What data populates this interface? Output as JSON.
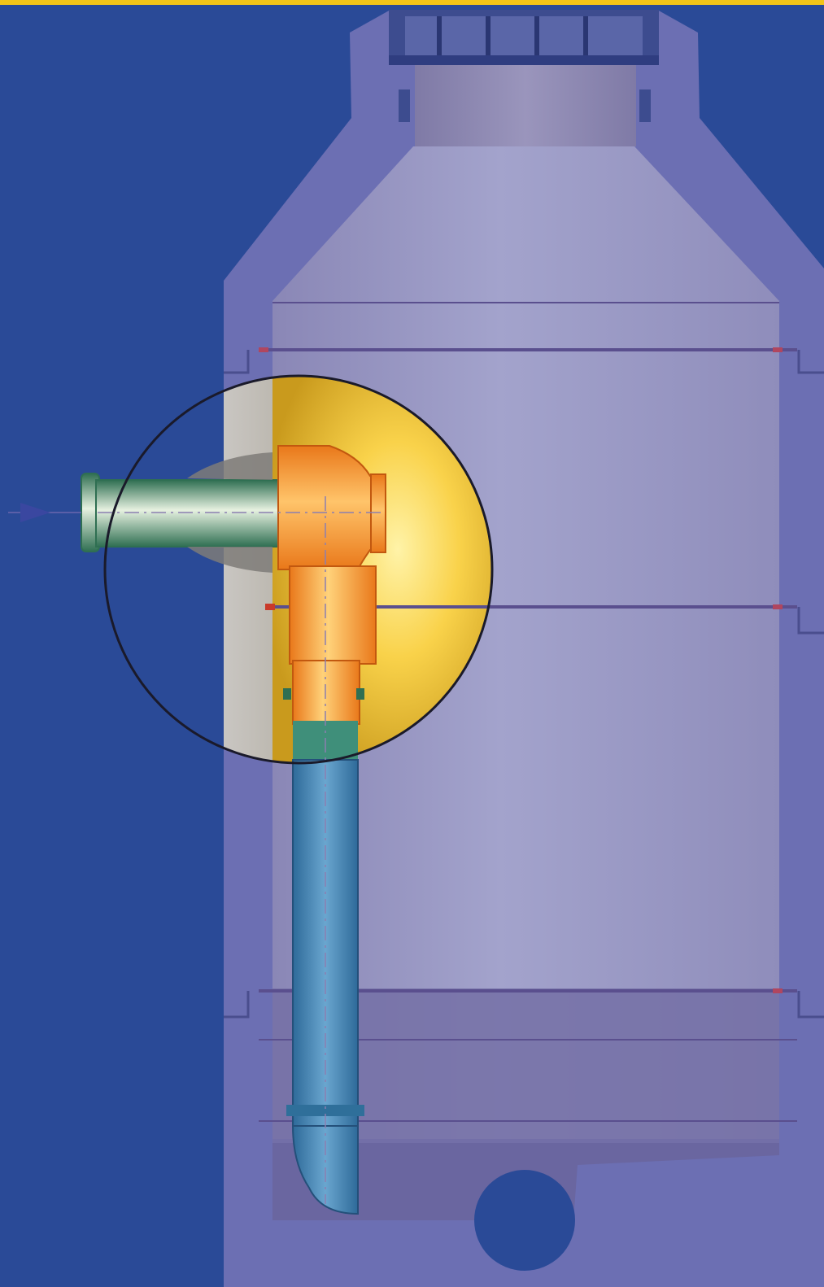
{
  "colors": {
    "background": "#2a4a97",
    "top_rule": "#f2c418",
    "shaft_wall": "#6c6fb3",
    "shaft_interior": "#9698c4",
    "sump_fill": "#7470a6",
    "joint_line": "#5a4f8e",
    "joint_accent": "#b0465f",
    "magnifier_glow": "#f6c23c",
    "elbow_fitting": "#f39a2c",
    "inlet_pipe": "#5d9a7a",
    "drop_pipe": "#3e7fae",
    "outlet_opening": "#2a4a97",
    "flow_arrow": "#5a5fa8"
  },
  "icons": {
    "flow_arrow": "triangle-arrow-right",
    "manhole_cover": "cover-frame",
    "magnifier": "circle-lens"
  }
}
